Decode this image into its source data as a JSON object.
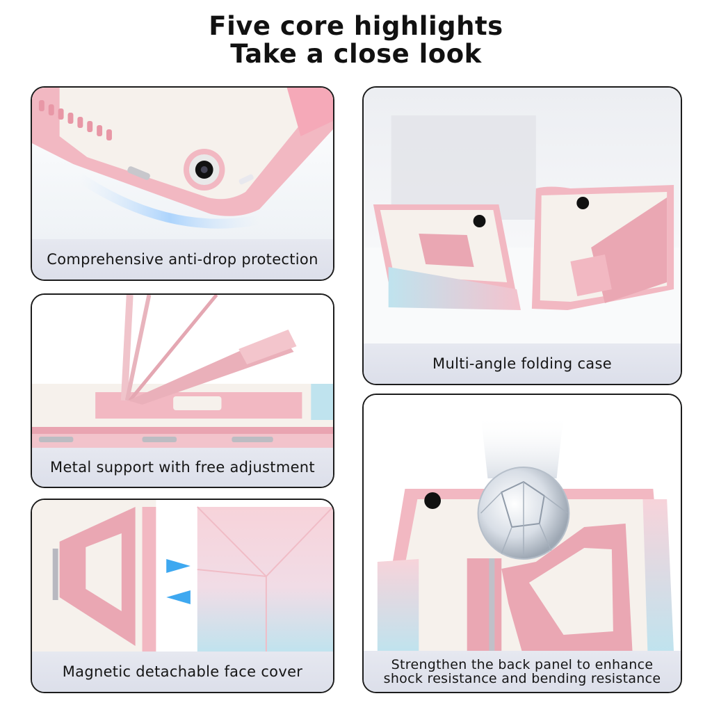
{
  "header": {
    "line1": "Five core highlights",
    "line2": "Take a close look"
  },
  "cards": [
    {
      "caption": "Comprehensive anti-drop protection"
    },
    {
      "caption": "Metal support with free adjustment"
    },
    {
      "caption": "Magnetic detachable face cover"
    },
    {
      "caption": "Multi-angle folding case"
    },
    {
      "caption_lines": [
        "Strengthen the back panel to enhance",
        "shock resistance and bending resistance"
      ]
    }
  ],
  "colors": {
    "case_pink": "#f2b8c2",
    "case_white": "#f6f1ec",
    "cover_blue": "#bfe3ee",
    "stand_rose": "#e39aa8",
    "caption_bg": "#dfe2ec",
    "arrow_blue": "#3ea8f0"
  }
}
